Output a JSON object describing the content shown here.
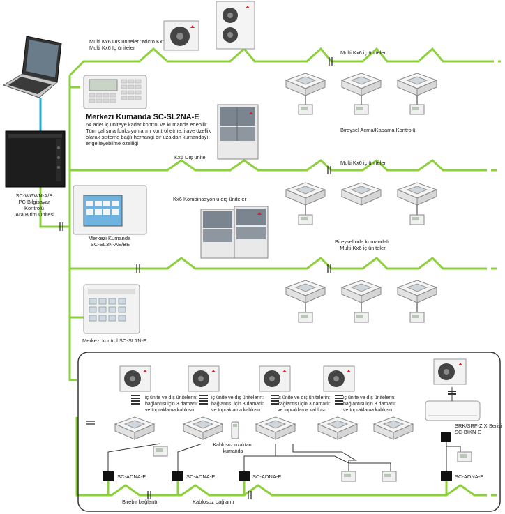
{
  "labels": {
    "sc_wgwn": [
      "SC-WGWN-A/B",
      "PC Bilgisayar",
      "Kontrolü",
      "Ara Birim Ünitesi"
    ],
    "micro_kx": [
      "Multi Kx6 Dış üniteler \"Micro Kx\"",
      "Multi Kx6 İç üniteler"
    ],
    "multi_kx_row1": "Multi Kx6 iç üniteler",
    "sl2na_title": "Merkezi Kumanda SC-SL2NA-E",
    "sl2na_desc": [
      "64 adet iç üniteye kadar kontrol ve kumanda edebilir.",
      "Tüm çalışma fonksiyonlarını kontrol etme, ilave özellik",
      "olarak sisteme bağlı herhangi bir uzaktan kumandayı",
      "engelleyebilme özelliği"
    ],
    "bireysel_row1": "Bireysel Açma/Kapama Kontrolü",
    "kx6_dis": "Kx6 Dış ünite",
    "multi_kx_row2": "Multi Kx6 iç üniteler",
    "kx6_kombi": "Kx6 Kombinasyonlu dış üniteler",
    "sl3n": [
      "Merkezi Kumanda",
      "SC-SL3N-AE/BE"
    ],
    "bireysel_row2": [
      "Bireysel oda kumandalı",
      "Multi-Kx6 iç üniteler"
    ],
    "sl1n": "Merkezi kontrol SC-SL1N-E",
    "wiring_note": [
      "iç ünite ve dış ünitelerin:",
      "bağlantısı için 3 damarlı:",
      "ve topraklama kablosu"
    ],
    "wireless_remote": [
      "Kablosuz uzaktan",
      "kumanda"
    ],
    "srk": [
      "SRK/SRF-ZIX Serisi",
      "SC-BIKN-E"
    ],
    "adna": "SC-ADNA-E",
    "birebir": "Birebir bağlantı",
    "kablosuz": "Kablosuz bağlantı"
  },
  "colors": {
    "network_line": "#8cd03c",
    "frame": "#333333",
    "adapter": "#111111",
    "brand_red": "#d2232a"
  }
}
